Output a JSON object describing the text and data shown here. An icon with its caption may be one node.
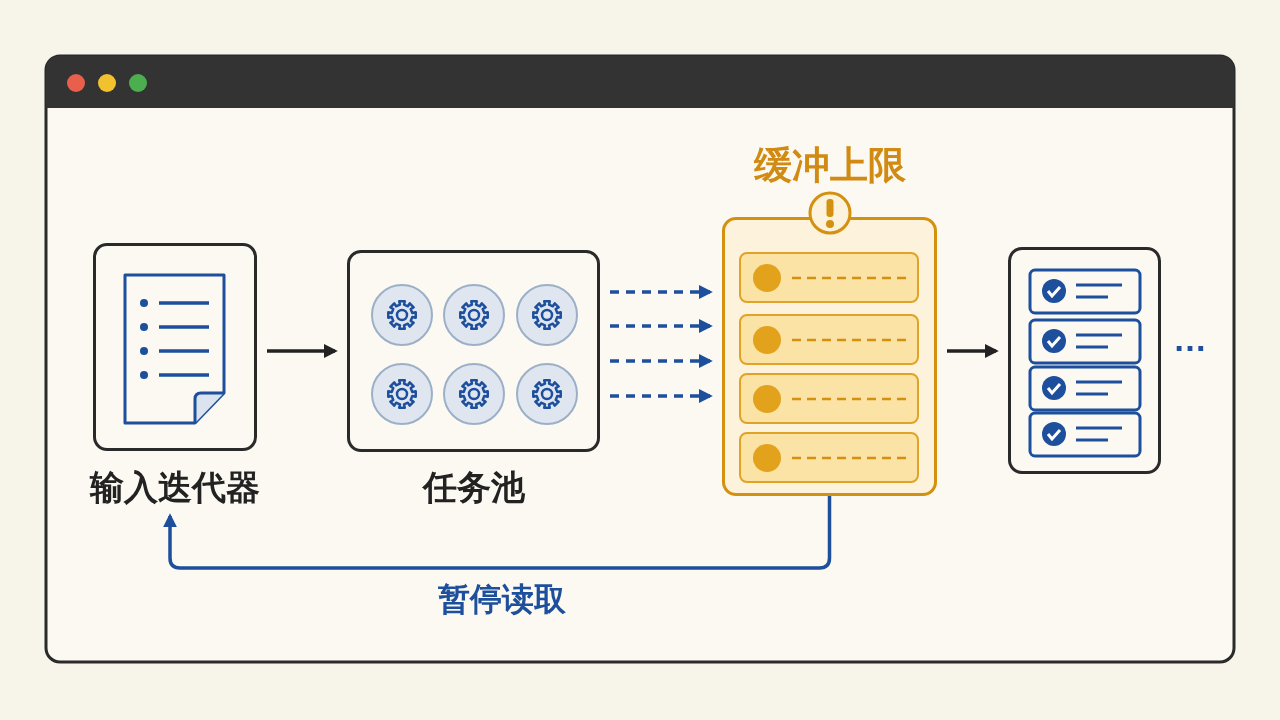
{
  "diagram": {
    "nodes": [
      {
        "text": [
          "输入迭代器"
        ]
      },
      {
        "text": [
          "任务池"
        ]
      },
      {
        "text": [
          "缓冲上限"
        ]
      },
      {
        "text": [],
        "shape": "box",
        "beside": [
          "…"
        ]
      }
    ],
    "edges": [
      {
        "from": 0,
        "to": 1,
        "arrow": "to",
        "color": "#222222"
      },
      {
        "from": 1,
        "to": 2,
        "arrow": "to",
        "style": "dashed",
        "color": "#1d4f9c"
      },
      {
        "from": 1,
        "to": 2,
        "arrow": "to",
        "style": "dashed",
        "color": "#1d4f9c"
      },
      {
        "from": 1,
        "to": 2,
        "arrow": "to",
        "style": "dashed",
        "color": "#1d4f9c"
      },
      {
        "from": 1,
        "to": 2,
        "arrow": "to",
        "style": "dashed",
        "color": "#1d4f9c"
      },
      {
        "from": 2,
        "to": 3,
        "arrow": "to",
        "color": "#222222"
      },
      {
        "from": 2,
        "to": 0,
        "arrow": "to",
        "label": "暂停读取",
        "color": "#1d4f9c"
      }
    ],
    "labels": []
  }
}
